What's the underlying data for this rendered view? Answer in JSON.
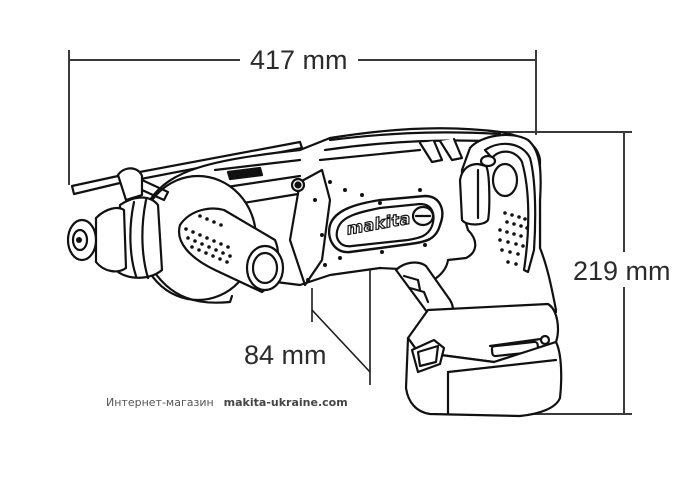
{
  "diagram": {
    "subject": "Cordless rotary hammer (Makita) with side handle and battery",
    "brand_logo_text": "makita",
    "dimensions": {
      "length": {
        "value": 417,
        "unit": "mm",
        "label": "417 mm"
      },
      "height": {
        "value": 219,
        "unit": "mm",
        "label": "219 mm"
      },
      "width": {
        "value": 84,
        "unit": "mm",
        "label": "84 mm"
      }
    },
    "colors": {
      "line": "#1a1a1a",
      "dimension_line": "#3a3a3a",
      "text": "#2b2b2b",
      "background": "#ffffff"
    }
  },
  "watermark": {
    "prefix": "Интернет-магазин",
    "site": "makita-ukraine.com"
  }
}
